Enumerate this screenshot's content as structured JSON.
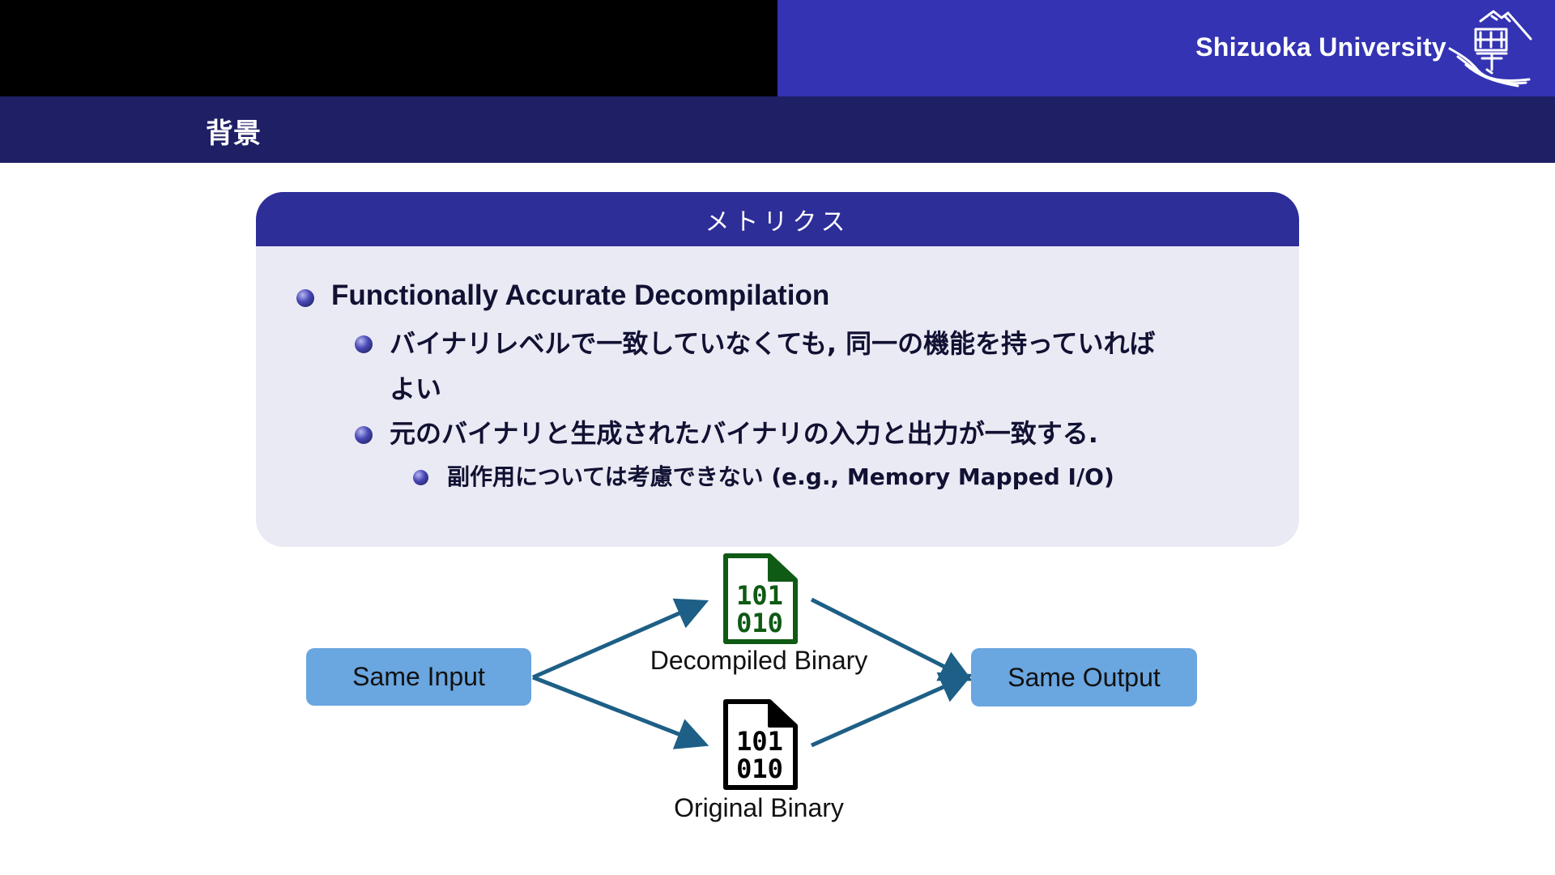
{
  "header": {
    "university": "Shizuoka University",
    "frame_title": "背景"
  },
  "block": {
    "title": "メトリクス",
    "item1": "Functionally Accurate Decompilation",
    "item1_sub1_line1": "バイナリレベルで一致していなくても, 同一の機能を持っていれば",
    "item1_sub1_line2": "よい",
    "item1_sub2": "元のバイナリと生成されたバイナリの入力と出力が一致する.",
    "item1_sub2_sub1": "副作用については考慮できない (e.g., Memory Mapped I/O)"
  },
  "diagram": {
    "input_label": "Same Input",
    "output_label": "Same Output",
    "decompiled_caption": "Decompiled Binary",
    "original_caption": "Original Binary",
    "file_icon_text_top": "101",
    "file_icon_text_bottom": "010",
    "colors": {
      "box_fill": "#6aa6e0",
      "arrow": "#1d5f86",
      "decompiled_icon": "#0f5a14",
      "original_icon": "#000000"
    },
    "icons": [
      "binary-file-icon",
      "binary-file-icon"
    ]
  },
  "colors": {
    "header_blue": "#3333b3",
    "title_bar": "#1f1f66",
    "block_header": "#2e2e99",
    "block_body": "#eaeaf4"
  }
}
